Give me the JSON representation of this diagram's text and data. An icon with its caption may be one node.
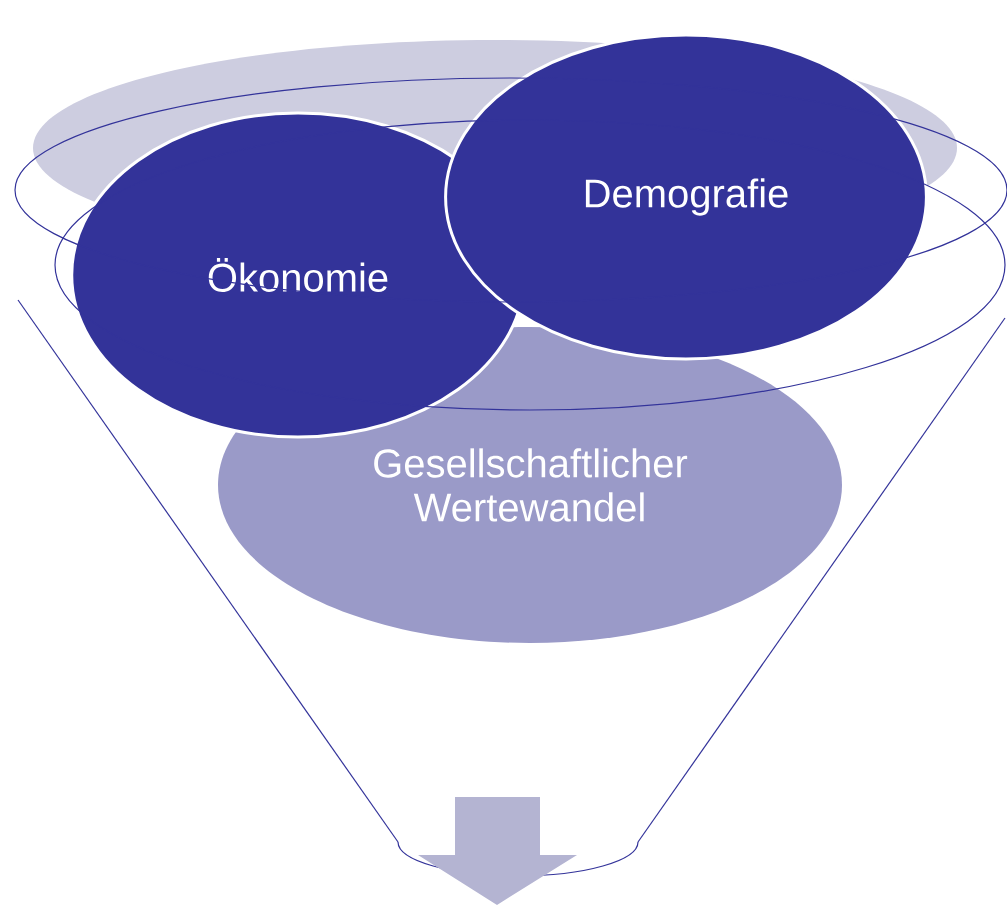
{
  "diagram": {
    "nodes": [
      {
        "text": [
          "Ökonomie"
        ]
      },
      {
        "text": [
          "Demografie"
        ]
      },
      {
        "text": [
          "Gesellschaftlicher Wertewandel"
        ]
      }
    ]
  }
}
